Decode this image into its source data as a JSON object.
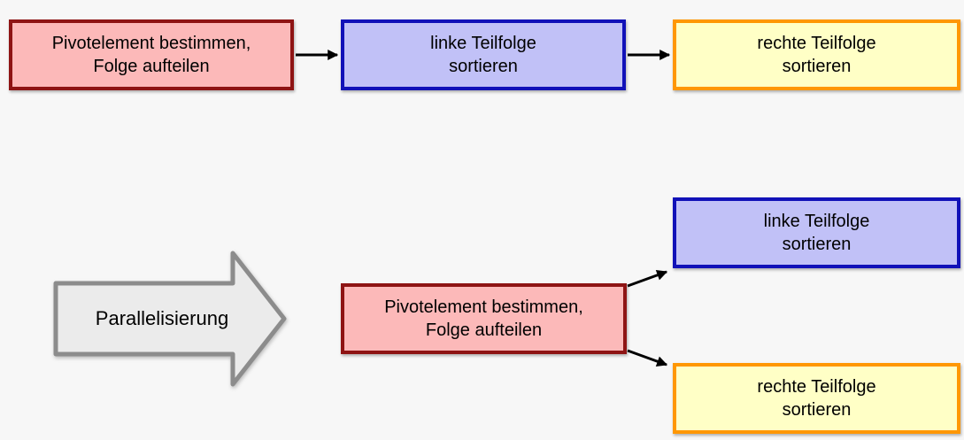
{
  "diagram": {
    "sequential": {
      "pivot_box": {
        "label": "Pivotelement bestimmen,\nFolge aufteilen"
      },
      "left_sort_box": {
        "label": "linke Teilfolge\nsortieren"
      },
      "right_sort_box": {
        "label": "rechte Teilfolge\nsortieren"
      }
    },
    "transformation": {
      "arrow_label": "Parallelisierung"
    },
    "parallel": {
      "pivot_box": {
        "label": "Pivotelement bestimmen,\nFolge aufteilen"
      },
      "left_sort_box": {
        "label": "linke Teilfolge\nsortieren"
      },
      "right_sort_box": {
        "label": "rechte Teilfolge\nsortieren"
      }
    },
    "colors": {
      "background": "#f7f7f7",
      "pivot_fill": "#fcb9b9",
      "pivot_border": "#8e1414",
      "left_fill": "#c1c1f7",
      "left_border": "#1111b8",
      "right_fill": "#ffffc6",
      "right_border": "#ff9704",
      "big_arrow_fill": "#ebebeb",
      "big_arrow_border": "#8c8c8c",
      "connector": "#000000"
    }
  }
}
